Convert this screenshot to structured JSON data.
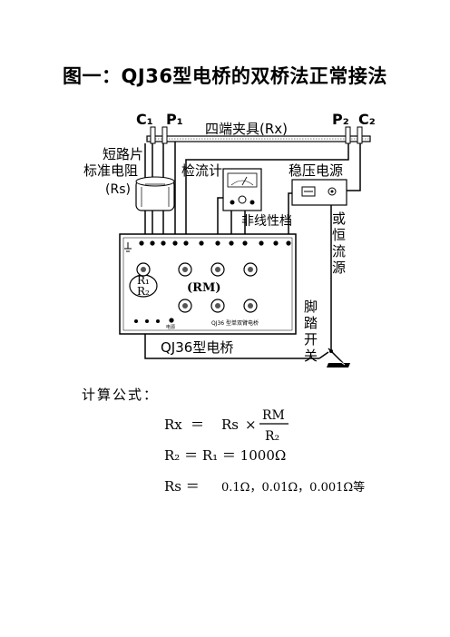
{
  "title": "图一：QJ36型电桥的双桥法正常接法",
  "labels": {
    "c1": "C₁",
    "p1": "P₁",
    "p2": "P₂",
    "c2": "C₂",
    "fixture": "四端夹具(Rx)",
    "shorting_piece": "短路片",
    "standard_resistor": "标准电阻",
    "rs_label": "(Rs)",
    "galvanometer": "检流计",
    "regulated_source": "稳压电源",
    "nonlinear": "非线性档",
    "or": "或",
    "constant": "恒",
    "current": "流",
    "source": "源",
    "foot1": "脚",
    "foot2": "踏",
    "foot3": "开",
    "foot4": "关",
    "bridge_name": "QJ36型电桥",
    "panel_r1": "R₁",
    "panel_r2": "R₂",
    "panel_rm": "(RM)",
    "panel_small": "QJ36 型单双臂电桥",
    "panel_power": "电源"
  },
  "formulas": {
    "heading": "计算公式：",
    "f1_lhs": "Rx",
    "f1_eq": "＝",
    "f1_rs": "Rs",
    "f1_times": "×",
    "f1_num": "RM",
    "f1_den": "R₂",
    "f2": "R₂ ＝ R₁ ＝ 1000Ω",
    "f3_lhs": "Rs ＝",
    "f3_rhs": "0.1Ω，0.01Ω，0.001Ω等"
  }
}
